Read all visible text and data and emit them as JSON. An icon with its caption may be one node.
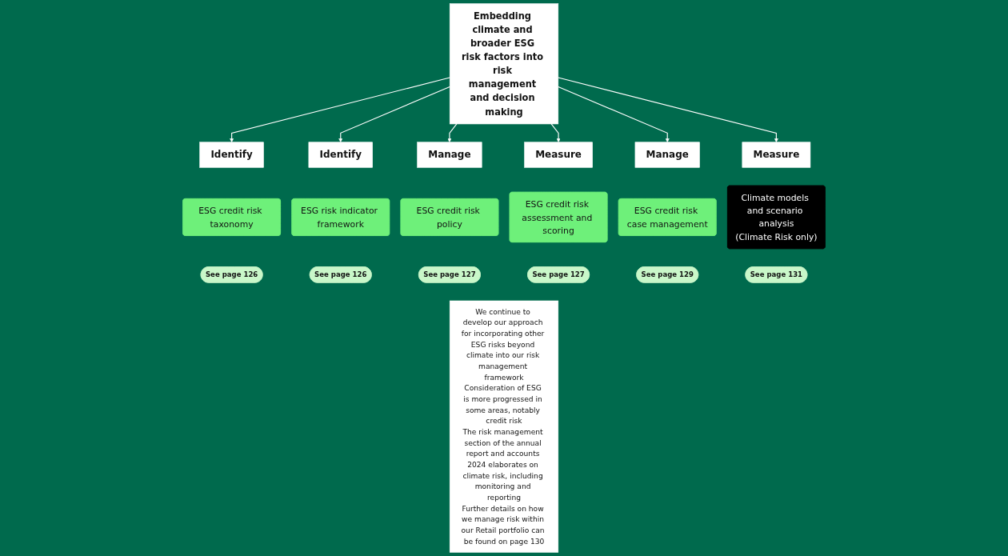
{
  "diagram": {
    "nodes": [
      {
        "text": [
          "Embedding climate and broader ESG risk factors into risk management and decision making"
        ]
      },
      {
        "text": [
          "Identify"
        ]
      },
      {
        "text": [
          "Identify"
        ]
      },
      {
        "text": [
          "Manage"
        ]
      },
      {
        "text": [
          "Measure"
        ]
      },
      {
        "text": [
          "Manage"
        ]
      },
      {
        "text": [
          "Measure"
        ]
      },
      {
        "text": [
          "ESG credit risk taxonomy"
        ]
      },
      {
        "text": [
          "ESG risk indicator framework"
        ]
      },
      {
        "text": [
          "ESG credit risk policy"
        ]
      },
      {
        "text": [
          "ESG credit risk assessment and scoring"
        ]
      },
      {
        "text": [
          "ESG credit risk case management"
        ]
      },
      {
        "text": [
          "Climate models and scenario analysis",
          "(Climate Risk only)"
        ]
      },
      {
        "text": [
          "See page 126"
        ]
      },
      {
        "text": [
          "See page 126"
        ]
      },
      {
        "text": [
          "See page 127"
        ]
      },
      {
        "text": [
          "See page 127"
        ]
      },
      {
        "text": [
          "See page 129"
        ]
      },
      {
        "text": [
          "See page 131"
        ]
      },
      {
        "text": [
          "We continue to develop our approach for incorporating other ESG risks beyond climate into our risk management framework",
          "Consideration of ESG is more progressed in some areas, notably credit risk",
          "The risk management section of the annual report and accounts 2024 elaborates on climate risk, including monitoring and reporting",
          "Further details on how we manage risk within our Retail portfolio can be found on page 130"
        ]
      }
    ],
    "edges": [
      {
        "from": 0,
        "to": 1,
        "arrow": "to"
      },
      {
        "from": 0,
        "to": 2,
        "arrow": "to"
      },
      {
        "from": 0,
        "to": 3,
        "arrow": "to"
      },
      {
        "from": 0,
        "to": 4,
        "arrow": "to"
      },
      {
        "from": 0,
        "to": 5,
        "arrow": "to"
      },
      {
        "from": 0,
        "to": 6,
        "arrow": "to"
      }
    ]
  }
}
